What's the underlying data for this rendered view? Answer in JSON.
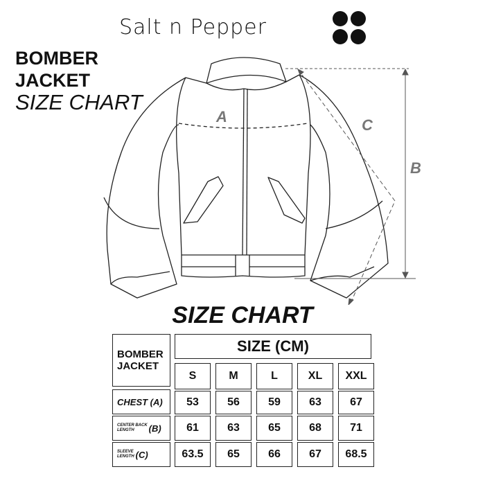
{
  "brand": {
    "name": "Salt n Pepper"
  },
  "heading": {
    "line1": "BOMBER",
    "line2": "JACKET",
    "line3": "SIZE CHART"
  },
  "diagram": {
    "label_a": "A",
    "label_b": "B",
    "label_c": "C"
  },
  "table": {
    "title": "SIZE CHART",
    "corner_line1": "BOMBER",
    "corner_line2": "JACKET",
    "size_header": "SIZE (CM)",
    "sizes": [
      "S",
      "M",
      "L",
      "XL",
      "XXL"
    ],
    "rows": [
      {
        "label": "CHEST (A)",
        "values": [
          "53",
          "56",
          "59",
          "63",
          "67"
        ]
      },
      {
        "label_small1": "CENTER BACK",
        "label_small2": "LENGTH",
        "label_suffix": "(B)",
        "values": [
          "61",
          "63",
          "65",
          "68",
          "71"
        ]
      },
      {
        "label_small1": "SLEEVE",
        "label_small2": "LENGTH",
        "label_suffix": "(C)",
        "values": [
          "63.5",
          "65",
          "66",
          "67",
          "68.5"
        ]
      }
    ]
  }
}
